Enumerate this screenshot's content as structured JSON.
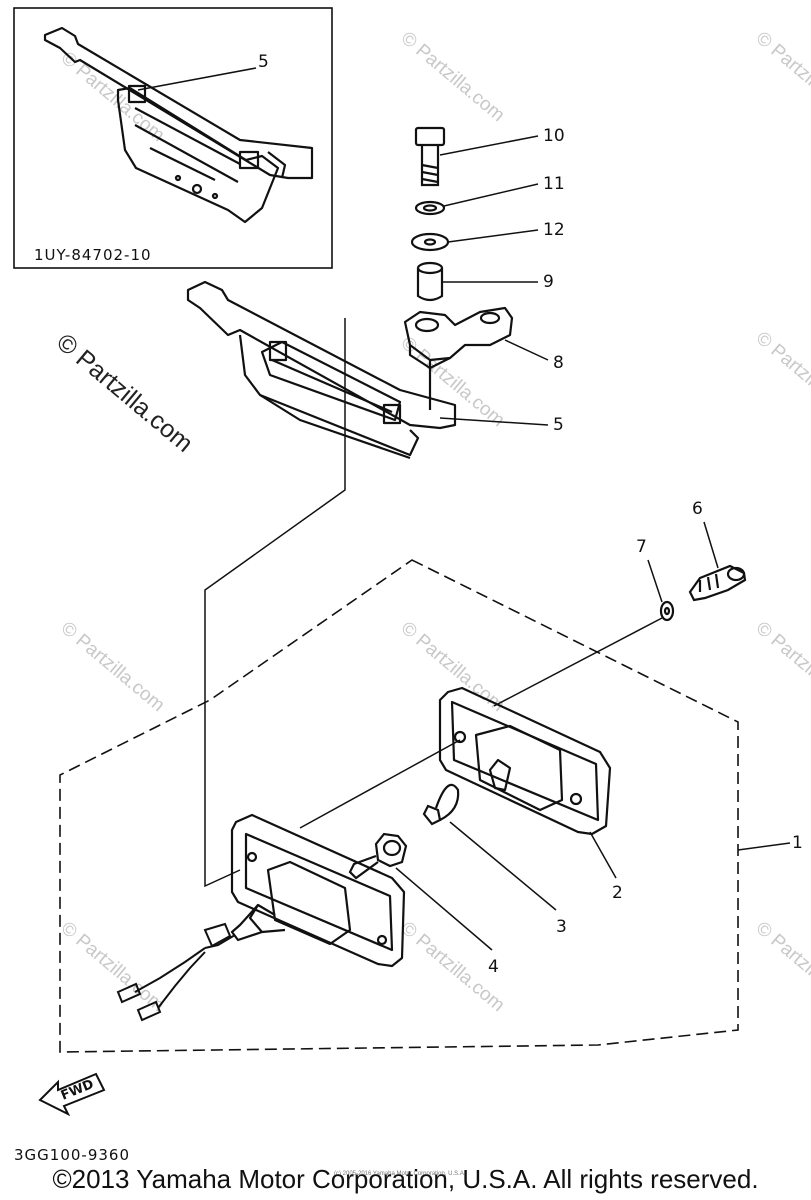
{
  "inset": {
    "part_code": "1UY-84702-10"
  },
  "callouts": [
    "1",
    "2",
    "3",
    "4",
    "5",
    "5",
    "6",
    "7",
    "8",
    "9",
    "10",
    "11",
    "12"
  ],
  "fwd_label": "FWD",
  "diagram_code": "3GG100-9360",
  "watermark": {
    "small": "© Partzilla.com",
    "large": "© Partzilla.com"
  },
  "fine_print": "(c) 2005-2016 Yamaha Motor Corporation, U.S.A.",
  "copyright": "©2013 Yamaha Motor Corporation, U.S.A. All rights reserved."
}
